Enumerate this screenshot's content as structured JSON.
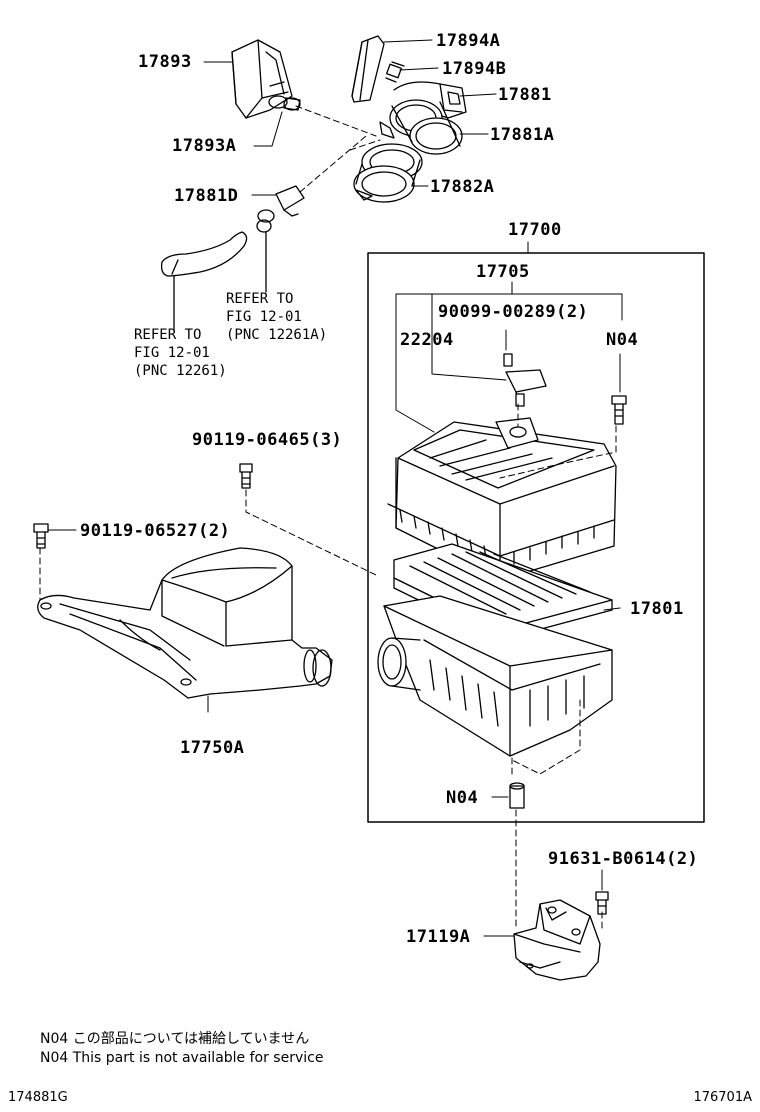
{
  "parts": {
    "p17893": "17893",
    "p17893a": "17893A",
    "p17894a": "17894A",
    "p17894b": "17894B",
    "p17881": "17881",
    "p17881a": "17881A",
    "p17882a": "17882A",
    "p17881d": "17881D",
    "p17700": "17700",
    "p17705": "17705",
    "p90099": "90099-00289(2)",
    "p22204": "22204",
    "pN04_top": "N04",
    "p90119_06465": "90119-06465(3)",
    "p90119_06527": "90119-06527(2)",
    "p17801": "17801",
    "p17750a": "17750A",
    "pN04_bottom": "N04",
    "p91631": "91631-B0614(2)",
    "p17119a": "17119A"
  },
  "refs": {
    "ref1_line1": "REFER TO",
    "ref1_line2": "FIG 12-01",
    "ref1_line3": "(PNC 12261A)",
    "ref2_line1": "REFER TO",
    "ref2_line2": "FIG 12-01",
    "ref2_line3": "(PNC 12261)"
  },
  "notes": {
    "note_jp": "N04 この部品については補給していません",
    "note_en": "N04 This part is not available for service"
  },
  "codes": {
    "left": "174881G",
    "right": "176701A"
  }
}
